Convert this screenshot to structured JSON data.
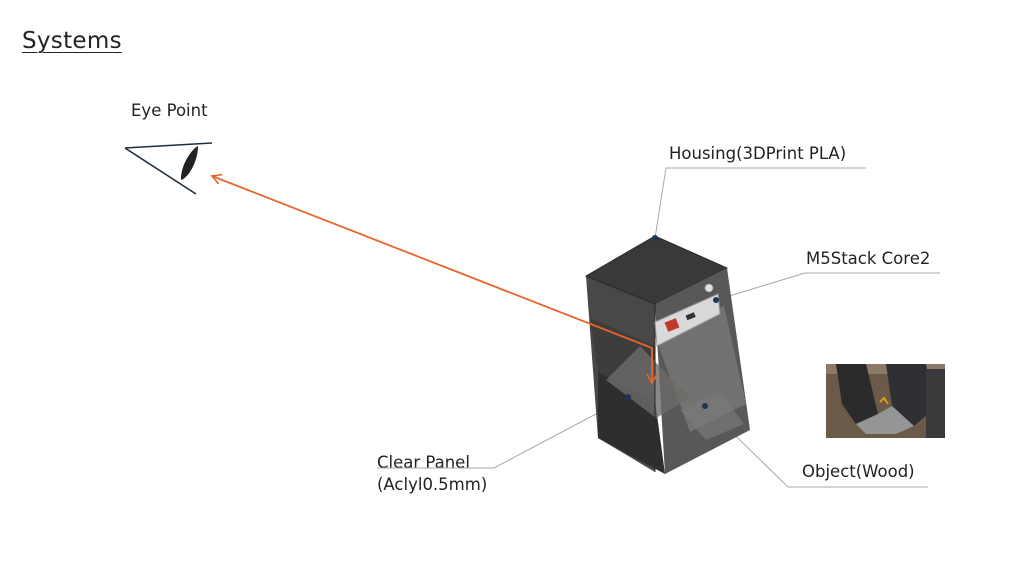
{
  "title": "Systems",
  "labels": {
    "eye_point": "Eye Point",
    "housing": "Housing(3DPrint PLA)",
    "m5stack": "M5Stack Core2",
    "clear_panel_line1": "Clear Panel",
    "clear_panel_line2": "(Aclyl0.5mm)",
    "object": "Object(Wood)"
  },
  "colors": {
    "sight_line": "#e8642a",
    "housing_dark": "#3c3b3a",
    "leader_line": "#a8a8a8",
    "marker": "#1d3557",
    "eye_stroke": "#1f2f3f"
  },
  "icons": {
    "eye": "eye-icon"
  }
}
